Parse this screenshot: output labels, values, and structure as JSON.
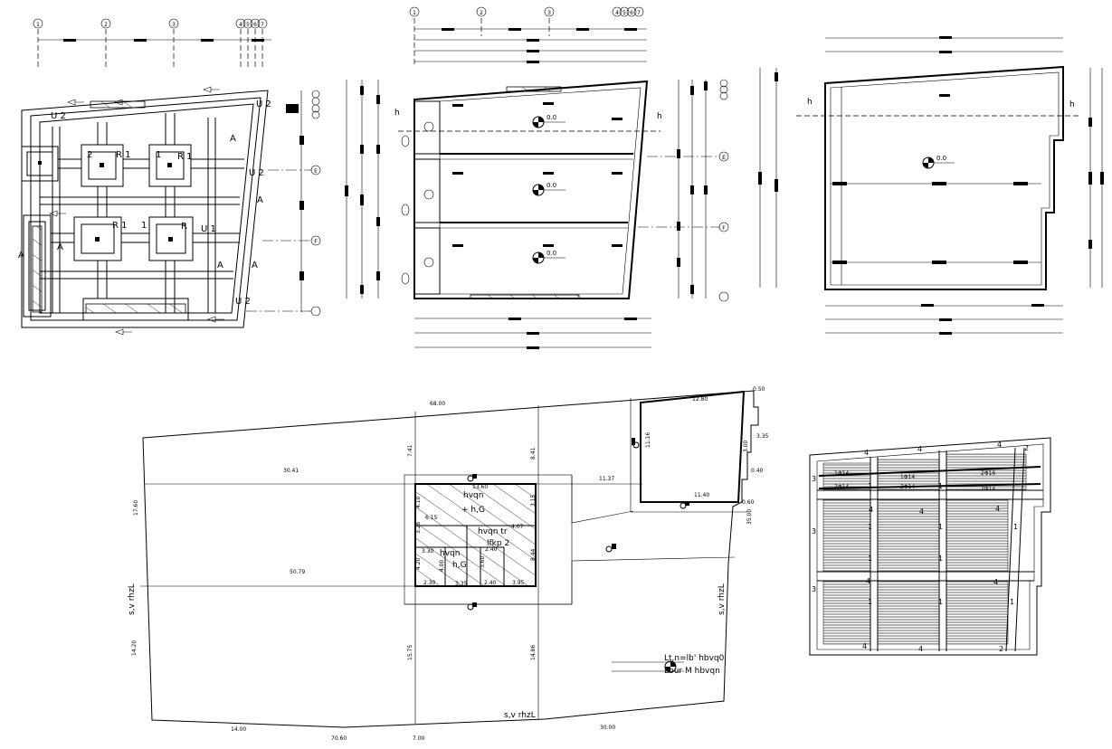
{
  "drawing": {
    "foundation_plan": {
      "axis_top": [
        "1",
        "2",
        "3",
        "4",
        "5",
        "6",
        "7"
      ],
      "axis_side": [
        "E",
        "F"
      ],
      "labels": [
        "U 2",
        "U 2",
        "U 2",
        "U 2",
        "U 1",
        "R 1",
        "R 1",
        "R 1",
        "R",
        "2",
        "1",
        "1",
        "A",
        "A",
        "A",
        "A",
        "A",
        "A"
      ]
    },
    "floor_plan": {
      "axis_top": [
        "1",
        "2",
        "3",
        "4",
        "5",
        "6",
        "7"
      ],
      "axis_side": [
        "E",
        "F"
      ],
      "levels": [
        "0.0",
        "0.0",
        "0.0"
      ],
      "section_mark": "h"
    },
    "roof_plan": {
      "level": "0.0",
      "section_mark": "h"
    },
    "site_plan": {
      "dims_top": [
        "68.00",
        "12.80",
        "0.50"
      ],
      "dims_right": [
        "3.35",
        "3.00",
        "0.40",
        "0.60",
        "35.00"
      ],
      "dims_inner": [
        "30.41",
        "11.37",
        "11.16",
        "11.40",
        "50.79",
        "7.41",
        "8.41",
        "13.60",
        "4.10",
        "3.15",
        "6.15",
        "3.25",
        "4.07",
        "3.30",
        "2.40",
        "4.00",
        "4.20",
        "3.60",
        "2.30",
        "2.40",
        "3.35",
        "3.95",
        "8.44",
        "15.75",
        "14.86"
      ],
      "dims_left": [
        "17.60",
        "14.20"
      ],
      "dims_bottom": [
        "14.00",
        "7.00",
        "70.60",
        "30.00"
      ],
      "room_labels": [
        "hvqn",
        "+ h,G",
        "hvqn tr",
        "lfkp 2",
        "hvqn",
        "h,G"
      ],
      "street_labels": [
        "s,v rhzL",
        "s,v rhzL",
        "s,v rhzL"
      ],
      "legend": [
        "Lt,n=lb' hbvq0",
        "Lbur M hbvqn"
      ]
    },
    "framing_plan": {
      "beam_labels": [
        "4",
        "4",
        "4",
        "4",
        "4",
        "4",
        "4",
        "4",
        "4",
        "4",
        "2",
        "2",
        "3",
        "3",
        "3",
        "1",
        "1",
        "1",
        "1",
        "1",
        "1",
        "1",
        "1",
        "1",
        "1"
      ],
      "joist_labels": [
        "1Φ14",
        "1Φ14",
        "2Φ16",
        "2Φ14",
        "2Φ14",
        "2Φ14"
      ]
    }
  }
}
